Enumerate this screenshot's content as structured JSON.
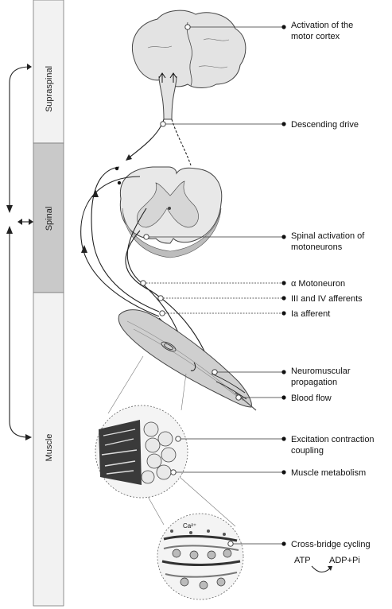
{
  "levels": {
    "supraspinal": "Supraspinal",
    "spinal": "Spinal",
    "muscle": "Muscle"
  },
  "callouts": {
    "motor_cortex_1": "Activation of the",
    "motor_cortex_2": "motor cortex",
    "descending": "Descending drive",
    "spinal_act_1": "Spinal activation of",
    "spinal_act_2": "motoneurons",
    "alpha_mn": "α Motoneuron",
    "afferents_3_4": "III and IV afferents",
    "ia_afferent": "Ia afferent",
    "nm_prop_1": "Neuromuscular",
    "nm_prop_2": "propagation",
    "blood_flow": "Blood flow",
    "ecc_1": "Excitation contraction",
    "ecc_2": "coupling",
    "metabolism": "Muscle metabolism",
    "crossbridge": "Cross-bridge cycling",
    "atp": "ATP",
    "adp": "ADP+Pi",
    "calcium": "Ca²⁺"
  },
  "colors": {
    "bar_light": "#f2f2f2",
    "bar_spinal": "#c9c9c9",
    "brain_fill": "#e3e3e3",
    "cord_fill": "#e8e8e8",
    "muscle_fill": "#cfcfcf"
  }
}
